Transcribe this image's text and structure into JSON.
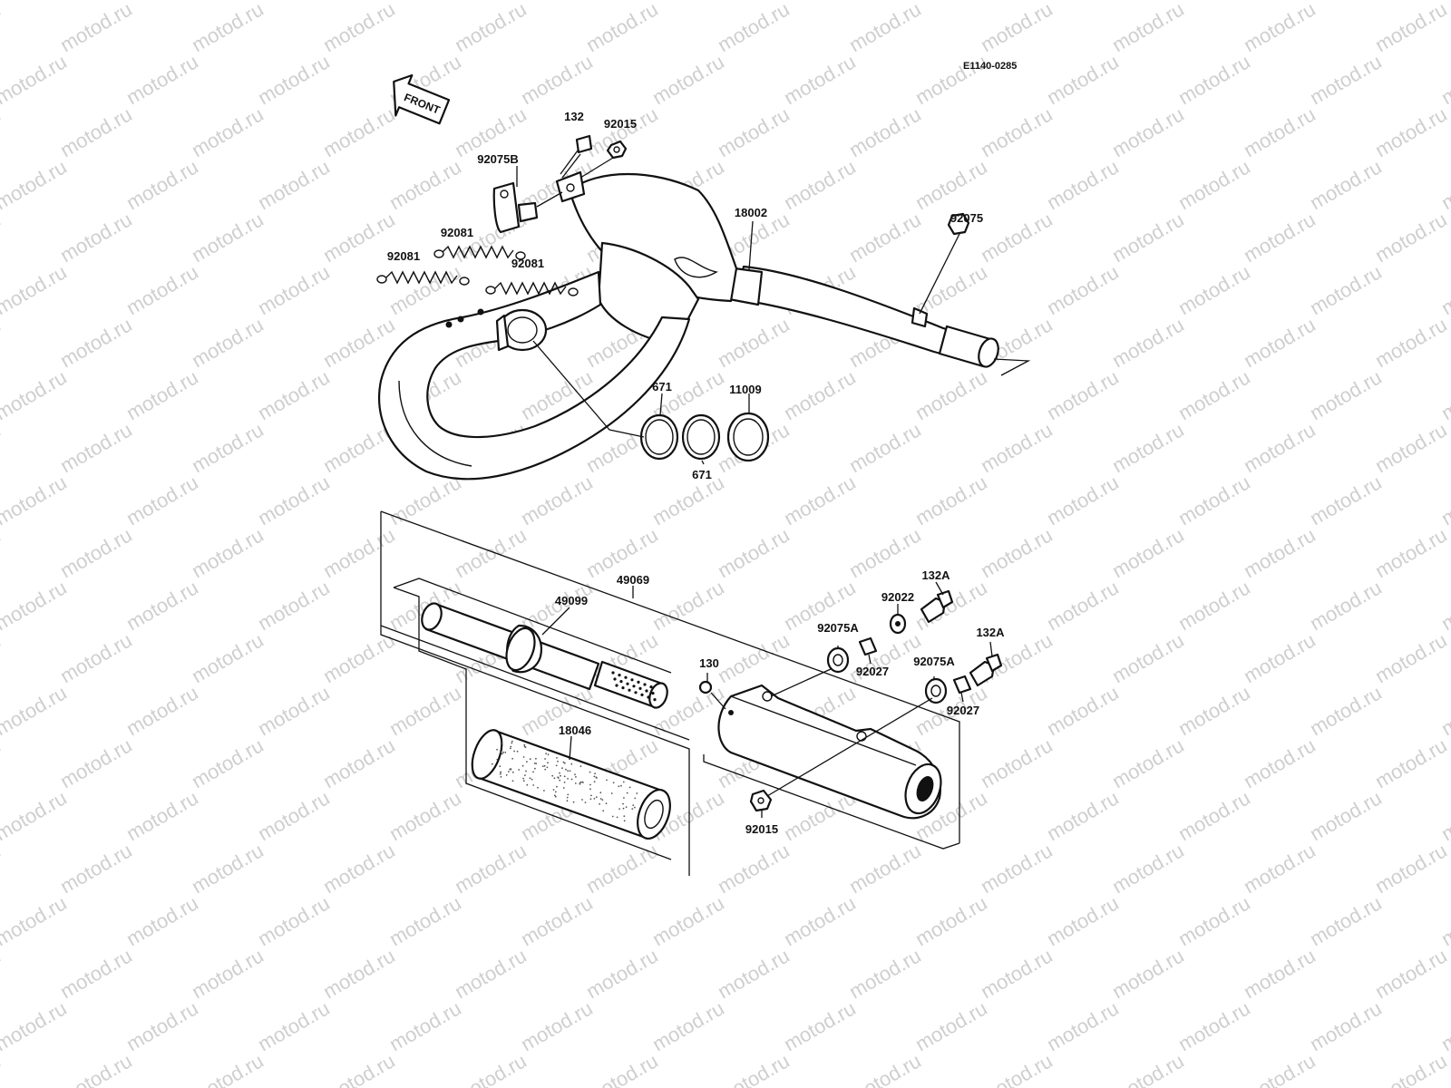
{
  "diagram": {
    "code": "E1140-0285",
    "watermark": "motod.ru",
    "front_label": "FRONT",
    "callouts": {
      "c132": "132",
      "c92015_top": "92015",
      "c92075B": "92075B",
      "c92081_a": "92081",
      "c92081_b": "92081",
      "c92081_c": "92081",
      "c18002": "18002",
      "c92075": "92075",
      "c671_a": "671",
      "c11009": "11009",
      "c671_b": "671",
      "c49069": "49069",
      "c49099": "49099",
      "c18046": "18046",
      "c130": "130",
      "c92075A_a": "92075A",
      "c92027_a": "92027",
      "c92022": "92022",
      "c132A_a": "132A",
      "c92075A_b": "92075A",
      "c92027_b": "92027",
      "c132A_b": "132A",
      "c92015_bottom": "92015"
    }
  }
}
